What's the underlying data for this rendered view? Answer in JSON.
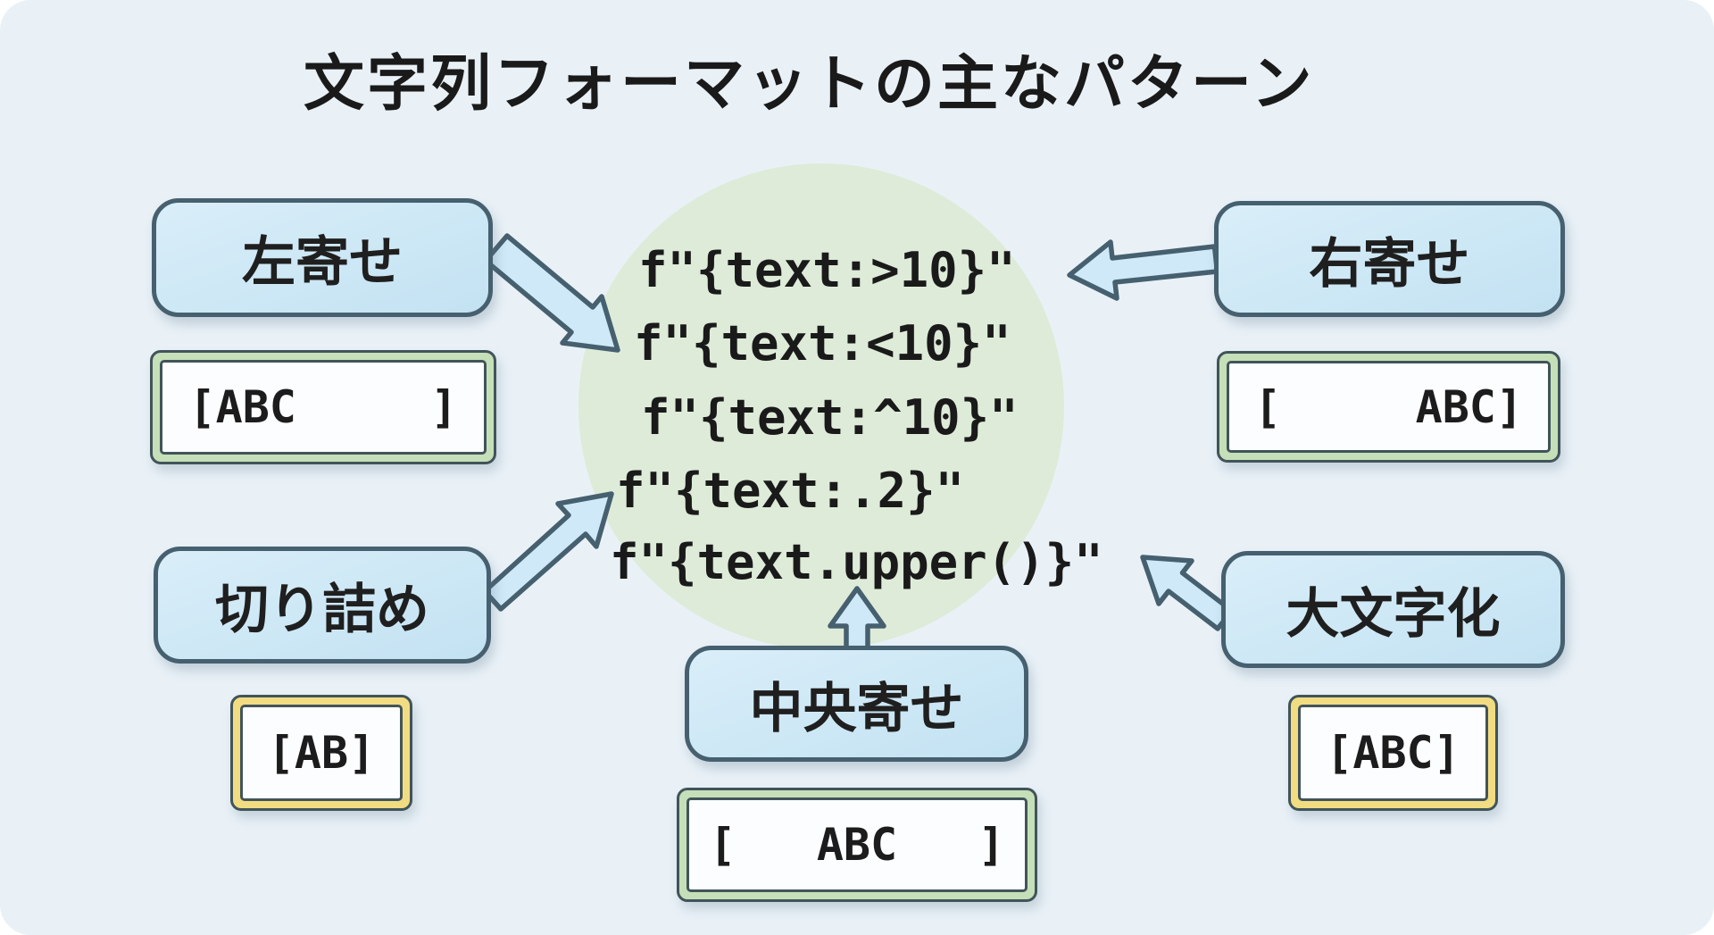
{
  "title": "文字列フォーマットの主なパターン",
  "center_code": [
    "f\"{text:>10}\"",
    "f\"{text:<10}\"",
    "f\"{text:^10}\"",
    "f\"{text:.2}\"",
    "f\"{text.upper()}\""
  ],
  "patterns": {
    "left_align": {
      "label": "左寄せ",
      "sample": "[ABC     ]"
    },
    "right_align": {
      "label": "右寄せ",
      "sample": "[     ABC]"
    },
    "truncate": {
      "label": "切り詰め",
      "sample": "[AB]"
    },
    "center_align": {
      "label": "中央寄せ",
      "sample": "[   ABC   ]"
    },
    "uppercase": {
      "label": "大文字化",
      "sample": "[ABC]"
    }
  },
  "icons": {
    "arrows": [
      "arrow-left-align-to-code",
      "arrow-right-align-to-code",
      "arrow-truncate-to-code",
      "arrow-center-align-to-code",
      "arrow-uppercase-to-code"
    ]
  },
  "colors": {
    "bg": "#e9f1f7",
    "bubble_fill_a": "#d9eef9",
    "bubble_fill_b": "#c3e2f2",
    "bubble_border": "#46606f",
    "circle": "#ddebd8",
    "green_band": "#c5e0b8",
    "yellow_band": "#f2dc82",
    "line": "#41545a",
    "ink": "#1a1a1a",
    "box_fill": "#fbfdff",
    "arrow_fill": "#cfe9f8"
  }
}
